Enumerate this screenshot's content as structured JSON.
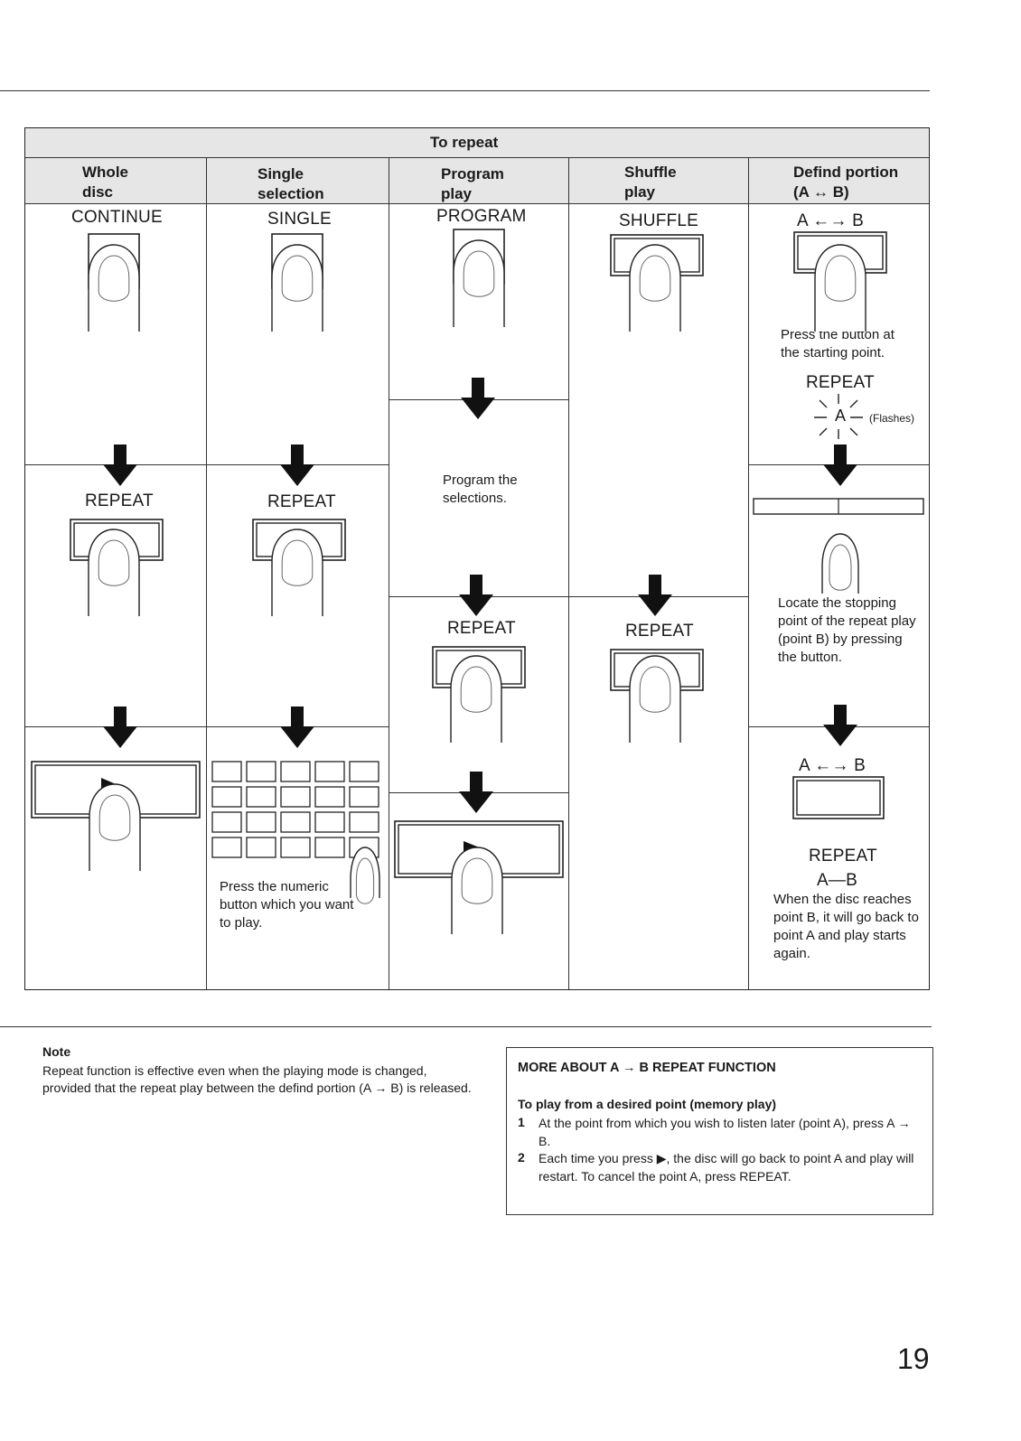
{
  "table": {
    "title": "To repeat",
    "columns": [
      {
        "line1": "Whole",
        "line2": "disc"
      },
      {
        "line1": "Single",
        "line2": "selection"
      },
      {
        "line1": "Program",
        "line2": "play"
      },
      {
        "line1": "Shuffle",
        "line2": "play"
      },
      {
        "line1": "Defind portion",
        "line2": "(A ↔ B)"
      }
    ],
    "buttons": {
      "continue": "CONTINUE",
      "single": "SINGLE",
      "program": "PROGRAM",
      "shuffle": "SHUFFLE",
      "ab": "A ←→ B",
      "repeat": "REPEAT"
    },
    "captions": {
      "press_start": "Press the button at the starting point.",
      "program_selections": "Program the selections.",
      "press_numeric": "Press the numeric button which you want to play.",
      "locate_stop": "Locate the stopping point of the repeat play (point B) by pressing the button.",
      "when_disc": "When the disc reaches point B, it will go back to point A and play starts again."
    },
    "display": {
      "flash_letter": "A",
      "flashes": "(Flashes)",
      "ab_display": "A—B",
      "rew_icon": "◀◀",
      "ff_icon": "▶▶",
      "key_number": "20"
    }
  },
  "note": {
    "title": "Note",
    "text": "Repeat function is effective even when the playing mode is changed, provided that the repeat play between the defind portion (A → B) is released."
  },
  "more": {
    "title": "MORE ABOUT A → B REPEAT FUNCTION",
    "subtitle": "To play from a desired point (memory play)",
    "steps": [
      {
        "num": "1",
        "text": "At the point from which you wish to listen later (point A), press A → B."
      },
      {
        "num": "2",
        "text": "Each time you press ▶, the disc will go back to point A and play will restart. To cancel the point A, press REPEAT."
      }
    ]
  },
  "page_number": "19"
}
